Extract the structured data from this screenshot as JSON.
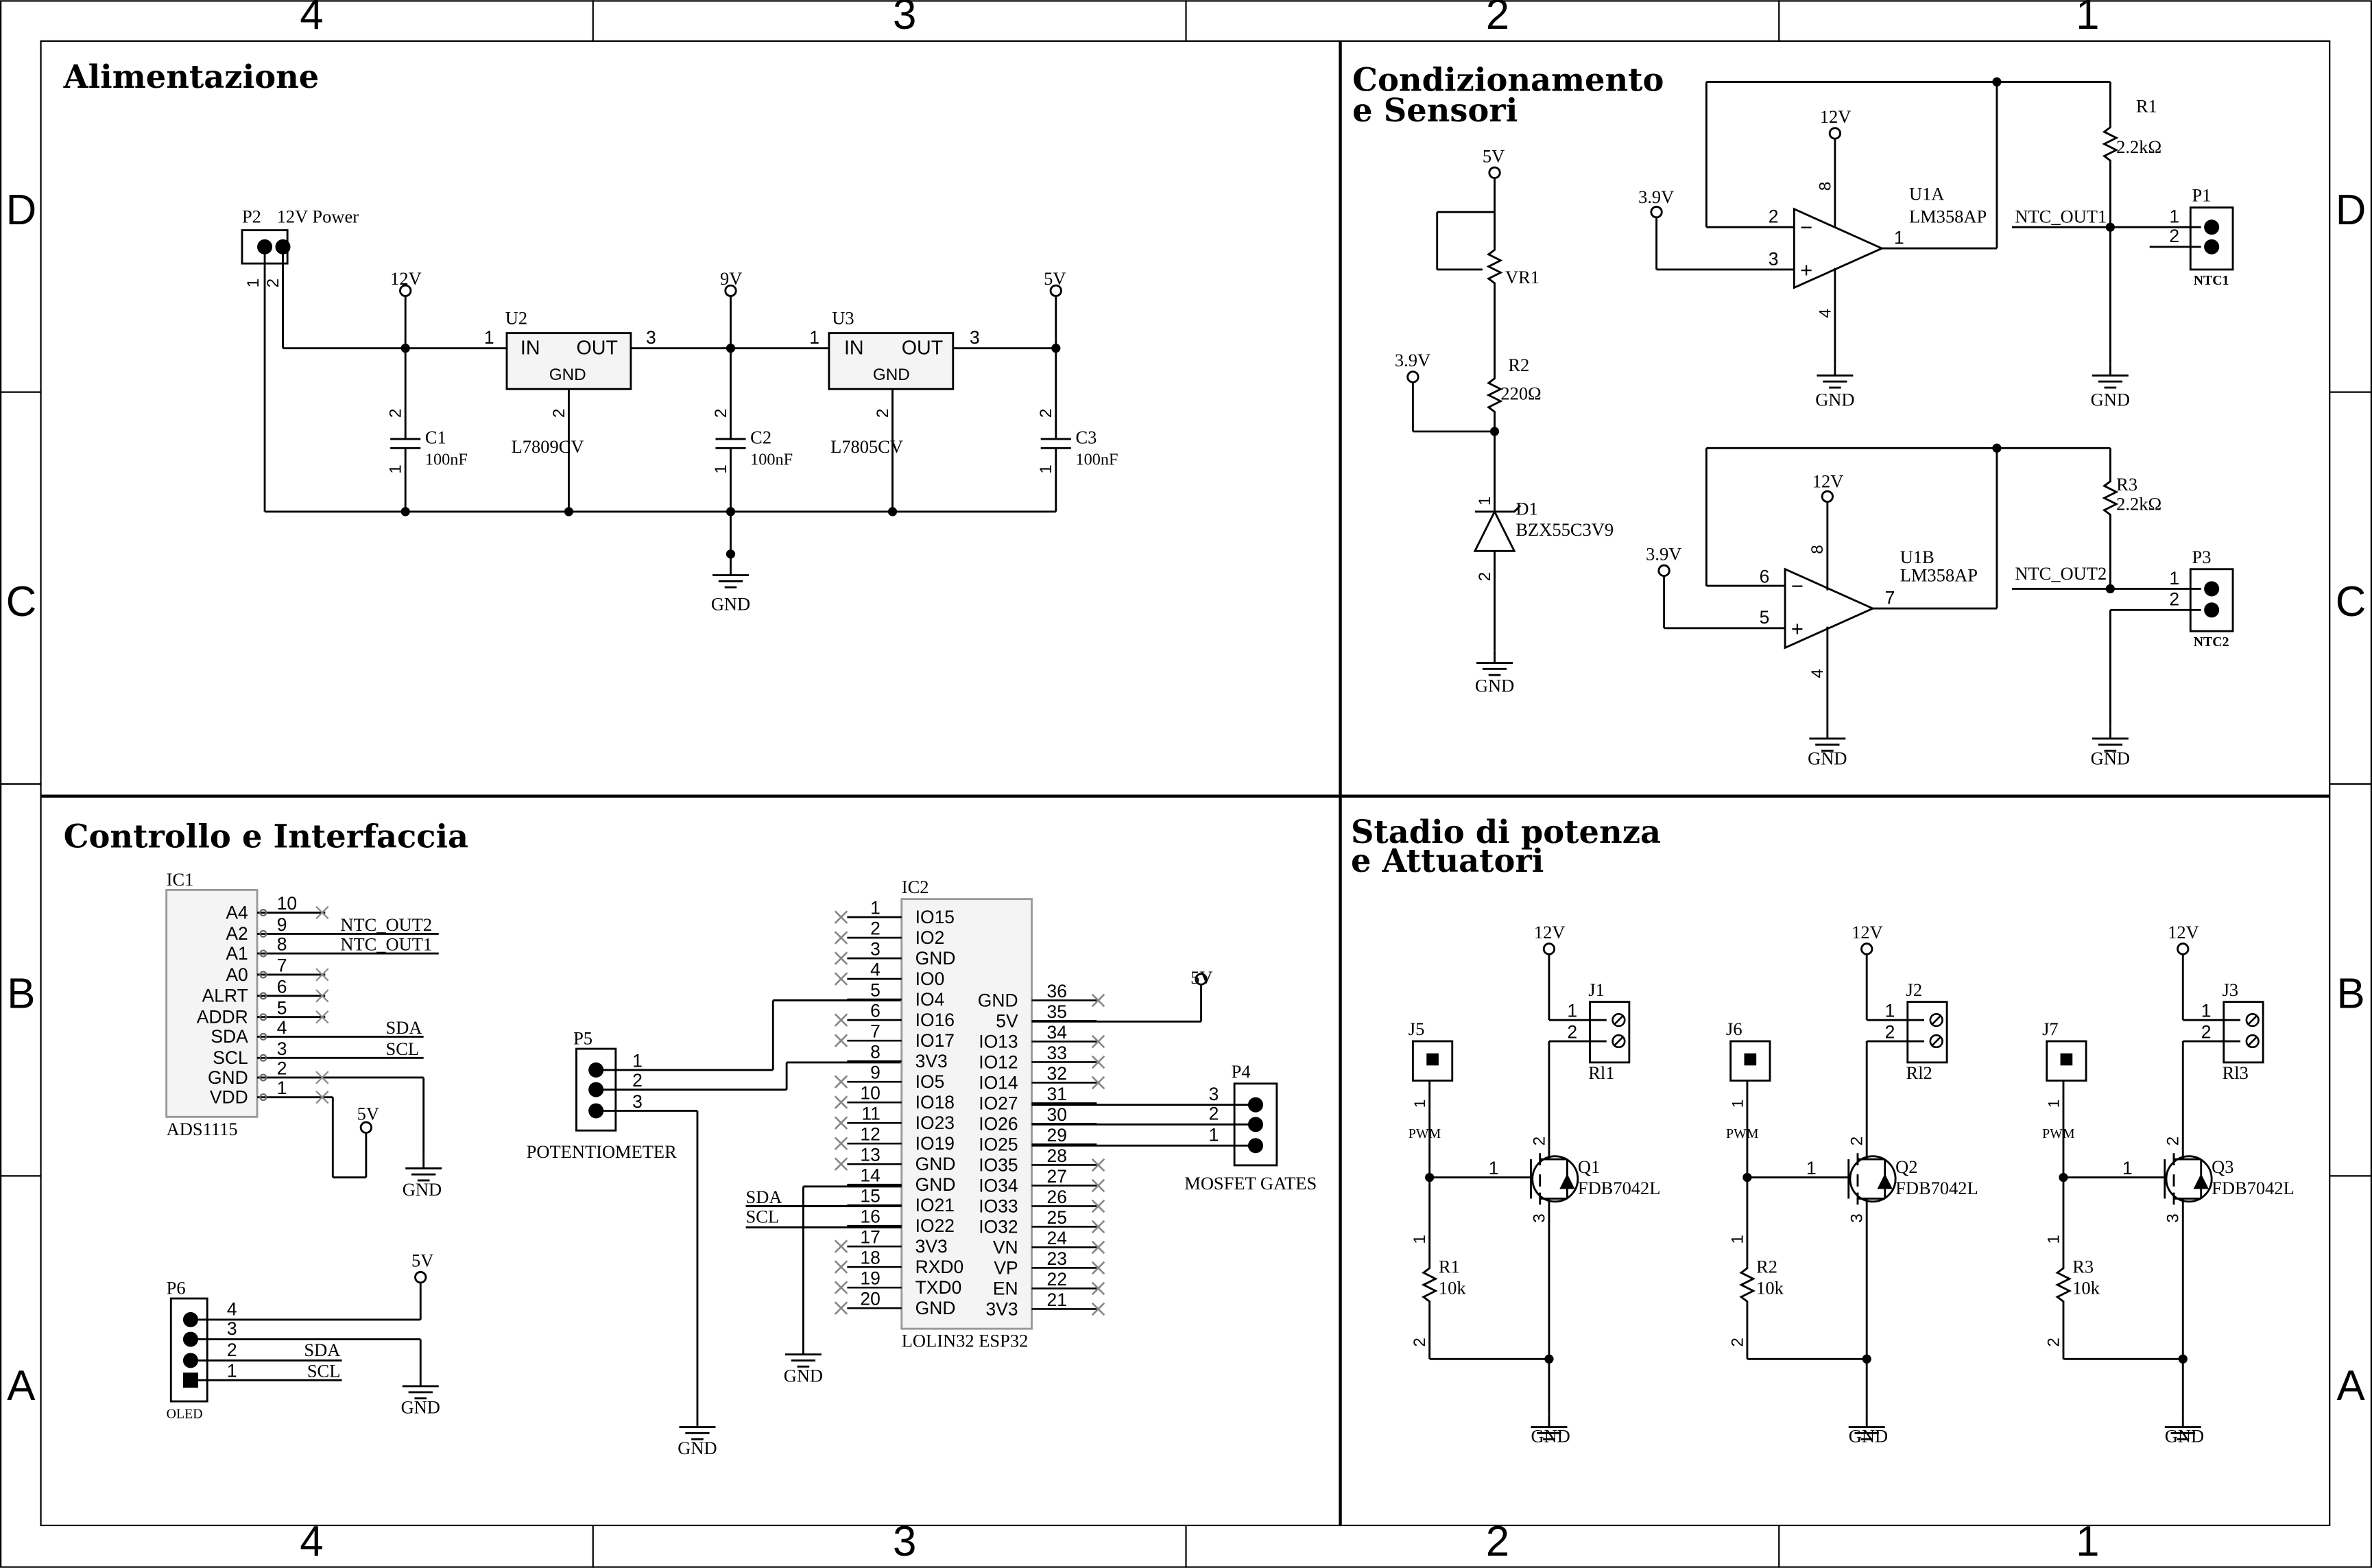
{
  "frame": {
    "columns": [
      "4",
      "3",
      "2",
      "1"
    ],
    "rows": [
      "D",
      "C",
      "B",
      "A"
    ]
  },
  "sections": {
    "power": "Alimentazione",
    "sensors_1": "Condizionamento",
    "sensors_2": "e Sensori",
    "control": "Controllo e Interfaccia",
    "actuators_1": "Stadio di potenza",
    "actuators_2": "e Attuatori"
  },
  "power": {
    "p2_ref": "P2",
    "p2_name": "12V Power",
    "u2_ref": "U2",
    "u2_part": "L7809CV",
    "u3_ref": "U3",
    "u3_part": "L7805CV",
    "reg_in": "IN",
    "reg_out": "OUT",
    "reg_gnd": "GND",
    "c1": "C1",
    "c2": "C2",
    "c3": "C3",
    "cap_val": "100nF",
    "rail_12v": "12V",
    "rail_9v": "9V",
    "rail_5v": "5V",
    "gnd": "GND",
    "pins": [
      "1",
      "2",
      "3"
    ]
  },
  "sensors": {
    "rail_5v": "5V",
    "rail_12v": "12V",
    "rail_39v": "3.9V",
    "vr1": "VR1",
    "r2": "R2",
    "r2_val": "220Ω",
    "d1": "D1",
    "d1_part": "BZX55C3V9",
    "r1": "R1",
    "r3": "R3",
    "r_val": "2.2kΩ",
    "u1a": "U1A",
    "u1b": "U1B",
    "op_part": "LM358AP",
    "p1": "P1",
    "p3": "P3",
    "ntc1": "NTC1",
    "ntc2": "NTC2",
    "ntc_out1": "NTC_OUT1",
    "ntc_out2": "NTC_OUT2",
    "minus": "−",
    "plus": "+",
    "gnd": "GND",
    "pins_a": [
      "2",
      "3",
      "8",
      "4",
      "1"
    ],
    "pins_b": [
      "6",
      "5",
      "8",
      "4",
      "7"
    ],
    "conn_pins": [
      "1",
      "2"
    ]
  },
  "control": {
    "ic1_ref": "IC1",
    "ic1_part": "ADS1115",
    "ic1_pins": [
      {
        "name": "A4",
        "num": "10",
        "net": ""
      },
      {
        "name": "A2",
        "num": "9",
        "net": "NTC_OUT2"
      },
      {
        "name": "A1",
        "num": "8",
        "net": "NTC_OUT1"
      },
      {
        "name": "A0",
        "num": "7",
        "net": ""
      },
      {
        "name": "ALRT",
        "num": "6",
        "net": ""
      },
      {
        "name": "ADDR",
        "num": "5",
        "net": ""
      },
      {
        "name": "SDA",
        "num": "4",
        "net": "SDA"
      },
      {
        "name": "SCL",
        "num": "3",
        "net": "SCL"
      },
      {
        "name": "GND",
        "num": "2",
        "net": ""
      },
      {
        "name": "VDD",
        "num": "1",
        "net": ""
      }
    ],
    "ic2_ref": "IC2",
    "ic2_part": "LOLIN32 ESP32",
    "ic2_left": [
      {
        "num": "1",
        "name": "IO15"
      },
      {
        "num": "2",
        "name": "IO2"
      },
      {
        "num": "3",
        "name": "GND"
      },
      {
        "num": "4",
        "name": "IO0"
      },
      {
        "num": "5",
        "name": "IO4"
      },
      {
        "num": "6",
        "name": "IO16"
      },
      {
        "num": "7",
        "name": "IO17"
      },
      {
        "num": "8",
        "name": "3V3"
      },
      {
        "num": "9",
        "name": "IO5"
      },
      {
        "num": "10",
        "name": "IO18"
      },
      {
        "num": "11",
        "name": "IO23"
      },
      {
        "num": "12",
        "name": "IO19"
      },
      {
        "num": "13",
        "name": "GND"
      },
      {
        "num": "14",
        "name": "GND"
      },
      {
        "num": "15",
        "name": "IO21"
      },
      {
        "num": "16",
        "name": "IO22"
      },
      {
        "num": "17",
        "name": "3V3"
      },
      {
        "num": "18",
        "name": "RXD0"
      },
      {
        "num": "19",
        "name": "TXD0"
      },
      {
        "num": "20",
        "name": "GND"
      }
    ],
    "ic2_right": [
      {
        "num": "36",
        "name": "GND"
      },
      {
        "num": "35",
        "name": "5V"
      },
      {
        "num": "34",
        "name": "IO13"
      },
      {
        "num": "33",
        "name": "IO12"
      },
      {
        "num": "32",
        "name": "IO14"
      },
      {
        "num": "31",
        "name": "IO27"
      },
      {
        "num": "30",
        "name": "IO26"
      },
      {
        "num": "29",
        "name": "IO25"
      },
      {
        "num": "28",
        "name": "IO35"
      },
      {
        "num": "27",
        "name": "IO34"
      },
      {
        "num": "26",
        "name": "IO33"
      },
      {
        "num": "25",
        "name": "IO32"
      },
      {
        "num": "24",
        "name": "VN"
      },
      {
        "num": "23",
        "name": "VP"
      },
      {
        "num": "22",
        "name": "EN"
      },
      {
        "num": "21",
        "name": "3V3"
      }
    ],
    "p5_ref": "P5",
    "p5_name": "POTENTIOMETER",
    "p4_ref": "P4",
    "p4_name": "MOSFET GATES",
    "p6_ref": "P6",
    "p6_name": "OLED",
    "p4_pins": [
      "3",
      "2",
      "1"
    ],
    "p5_pins": [
      "1",
      "2",
      "3"
    ],
    "p6_pins": [
      "4",
      "3",
      "2",
      "1"
    ],
    "sda": "SDA",
    "scl": "SCL",
    "rail_5v": "5V",
    "gnd": "GND"
  },
  "actuators": {
    "rail_12v": "12V",
    "gnd": "GND",
    "pwm": "PWM",
    "mosfet_part": "FDB7042L",
    "r_val": "10k",
    "stages": [
      {
        "j_in": "J5",
        "j_out": "J1",
        "relay": "Rl1",
        "q": "Q1",
        "r": "R1"
      },
      {
        "j_in": "J6",
        "j_out": "J2",
        "relay": "Rl2",
        "q": "Q2",
        "r": "R2"
      },
      {
        "j_in": "J7",
        "j_out": "J3",
        "relay": "Rl3",
        "q": "Q3",
        "r": "R3"
      }
    ],
    "pins": [
      "1",
      "2",
      "3"
    ]
  }
}
